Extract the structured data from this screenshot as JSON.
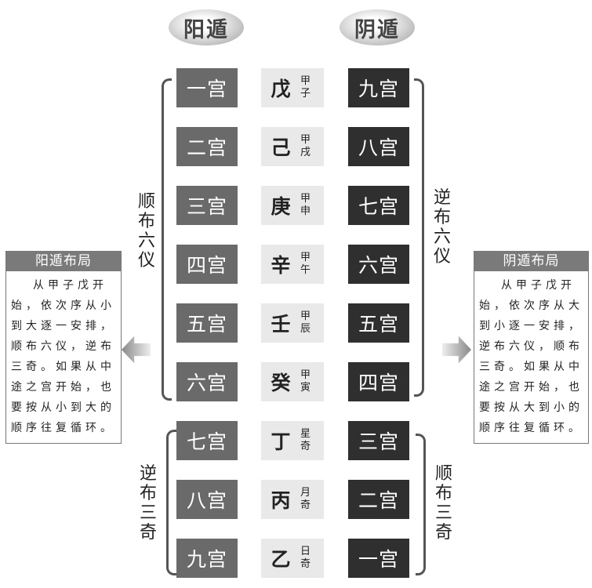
{
  "headers": {
    "yang": "阳遁",
    "yin": "阴遁"
  },
  "rows": [
    {
      "yang": "一宫",
      "stem": "戊",
      "sub": "甲子",
      "yin": "九宫"
    },
    {
      "yang": "二宫",
      "stem": "己",
      "sub": "甲戌",
      "yin": "八宫"
    },
    {
      "yang": "三宫",
      "stem": "庚",
      "sub": "甲申",
      "yin": "七宫"
    },
    {
      "yang": "四宫",
      "stem": "辛",
      "sub": "甲午",
      "yin": "六宫"
    },
    {
      "yang": "五宫",
      "stem": "壬",
      "sub": "甲辰",
      "yin": "五宫"
    },
    {
      "yang": "六宫",
      "stem": "癸",
      "sub": "甲寅",
      "yin": "四宫"
    },
    {
      "yang": "七宫",
      "stem": "丁",
      "sub": "星奇",
      "yin": "三宫"
    },
    {
      "yang": "八宫",
      "stem": "丙",
      "sub": "月奇",
      "yin": "二宫"
    },
    {
      "yang": "九宫",
      "stem": "乙",
      "sub": "日奇",
      "yin": "一宫"
    }
  ],
  "labels": {
    "left_top": "顺布六仪",
    "left_bottom": "逆布三奇",
    "right_top": "逆布六仪",
    "right_bottom": "顺布三奇"
  },
  "yang_box": {
    "title": "阳遁布局",
    "text": "从甲子戊开始，依次序从小到大逐一安排，顺布六仪，逆布三奇。如果从中途之宫开始，也要按从小到大的顺序往复循环。"
  },
  "yin_box": {
    "title": "阴遁布局",
    "text": "从甲子戊开始，依次序从大到小逐一安排，逆布六仪，顺布三奇。如果从中途之宫开始，也要按从大到小的顺序往复循环。"
  }
}
